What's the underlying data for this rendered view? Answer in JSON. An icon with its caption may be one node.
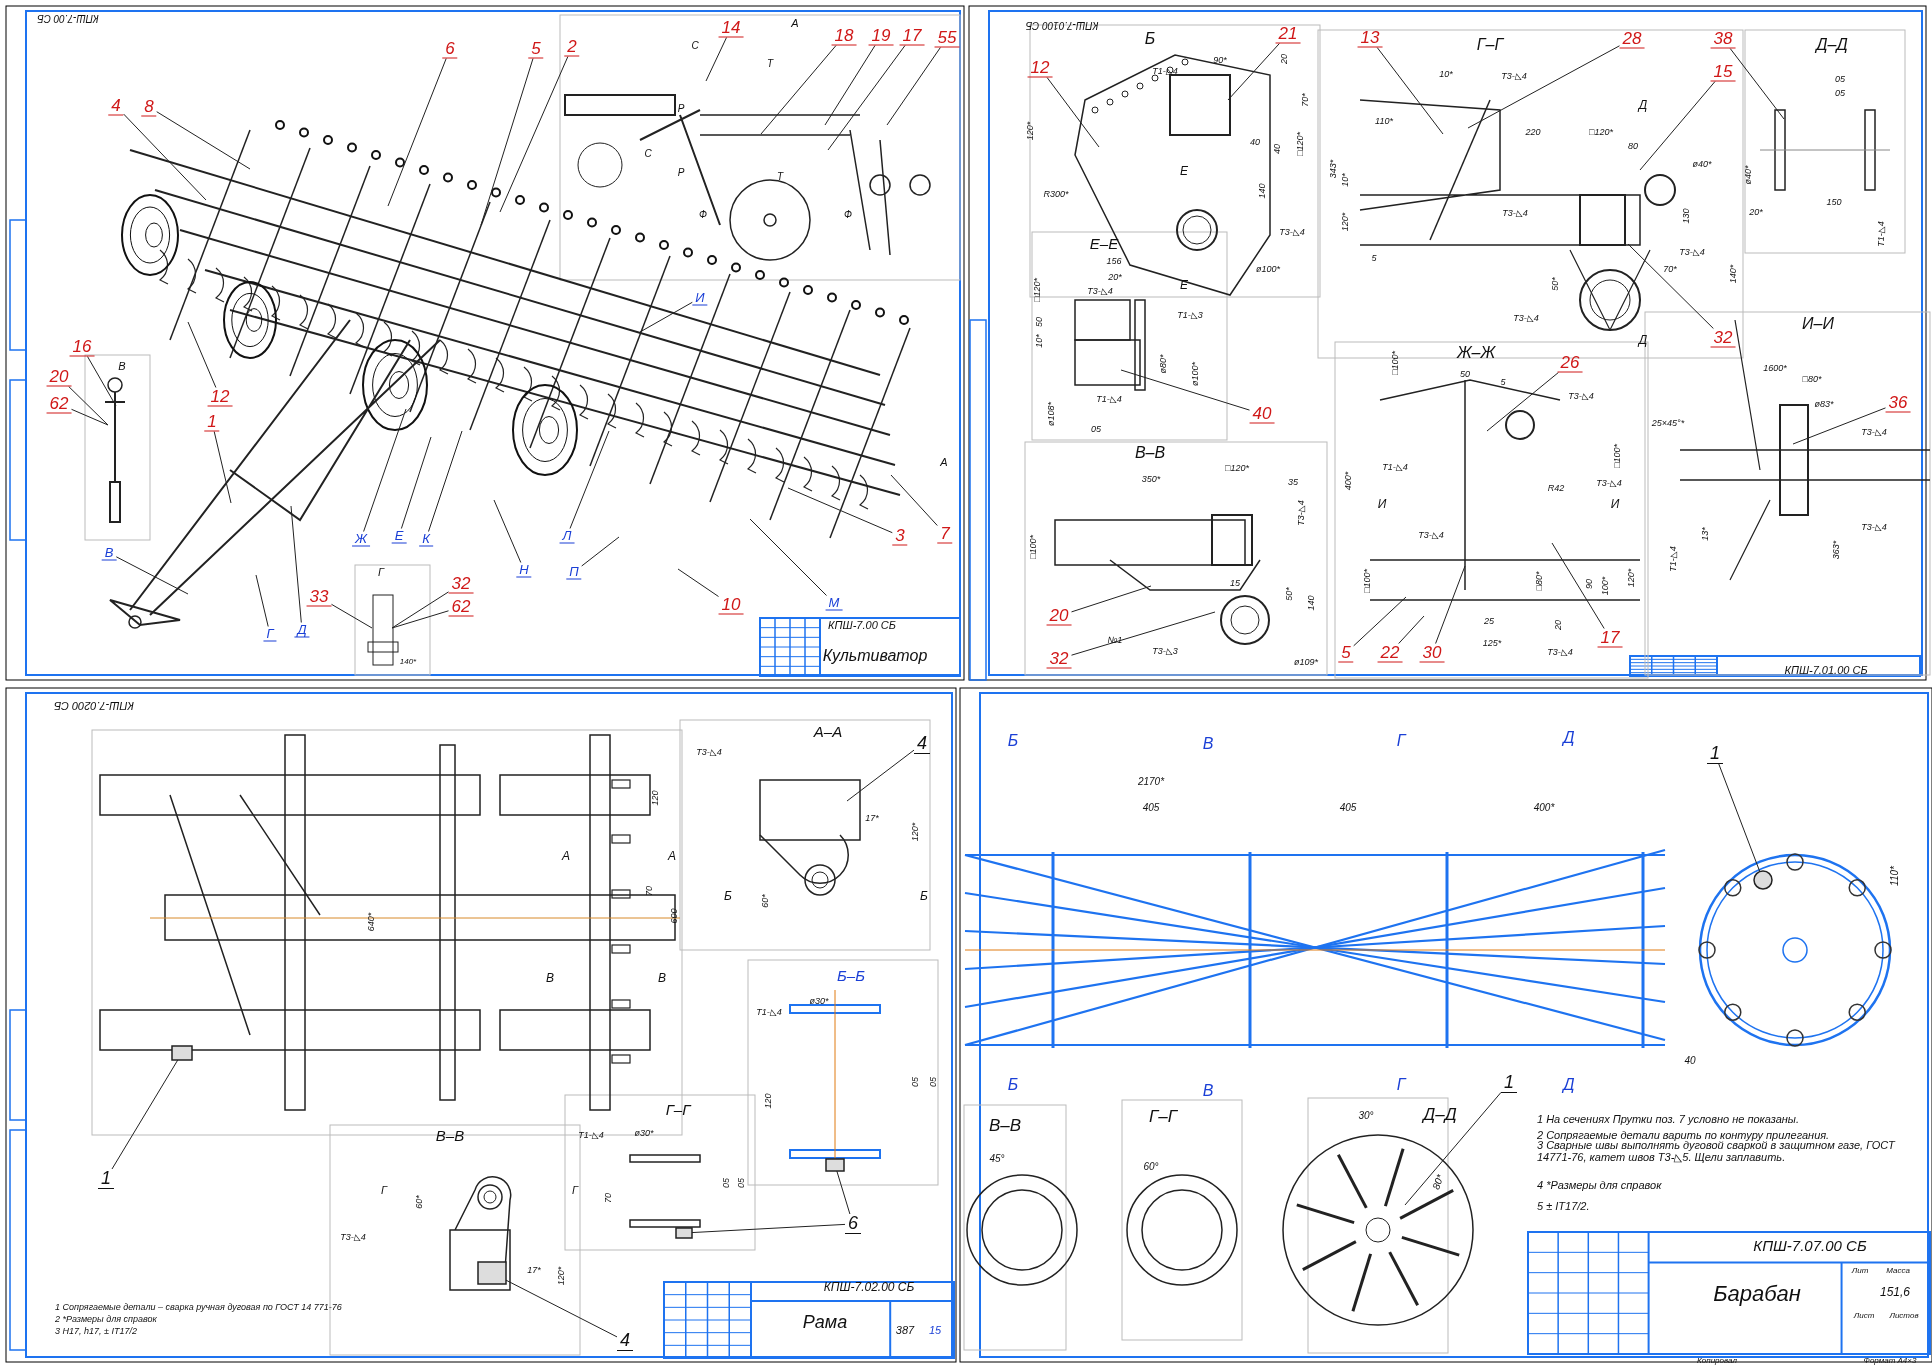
{
  "diagram": {
    "nodes": [
      {
        "text": [
          "6"
        ]
      },
      {
        "text": [
          "5"
        ]
      },
      {
        "text": [
          "2"
        ]
      },
      {
        "text": [
          "4"
        ]
      },
      {
        "text": [
          "8"
        ]
      },
      {
        "text": [
          "14"
        ]
      },
      {
        "text": [
          "18"
        ]
      },
      {
        "text": [
          "19"
        ]
      },
      {
        "text": [
          "17"
        ]
      },
      {
        "text": [
          "55"
        ]
      },
      {
        "text": [
          "16"
        ]
      },
      {
        "text": [
          "20"
        ]
      },
      {
        "text": [
          "62"
        ]
      },
      {
        "text": [
          "12"
        ]
      },
      {
        "text": [
          "1"
        ]
      },
      {
        "text": [
          "И"
        ]
      },
      {
        "text": [
          "Ж"
        ]
      },
      {
        "text": [
          "Е"
        ]
      },
      {
        "text": [
          "К"
        ]
      },
      {
        "text": [
          "Л"
        ]
      },
      {
        "text": [
          "П"
        ]
      },
      {
        "text": [
          "Н"
        ]
      },
      {
        "text": [
          "М"
        ]
      },
      {
        "text": [
          "В"
        ]
      },
      {
        "text": [
          "Г"
        ]
      },
      {
        "text": [
          "Д"
        ]
      },
      {
        "text": [
          "3"
        ]
      },
      {
        "text": [
          "7"
        ]
      },
      {
        "text": [
          "10"
        ]
      },
      {
        "text": [
          "33"
        ]
      },
      {
        "text": [
          "32"
        ]
      },
      {
        "text": [
          "62"
        ]
      },
      {
        "text": [
          "12"
        ]
      },
      {
        "text": [
          "21"
        ]
      },
      {
        "text": [
          "13"
        ]
      },
      {
        "text": [
          "28"
        ]
      },
      {
        "text": [
          "38"
        ]
      },
      {
        "text": [
          "15"
        ]
      },
      {
        "text": [
          "32"
        ]
      },
      {
        "text": [
          "40"
        ]
      },
      {
        "text": [
          "26"
        ]
      },
      {
        "text": [
          "36"
        ]
      },
      {
        "text": [
          "20"
        ]
      },
      {
        "text": [
          "32"
        ]
      },
      {
        "text": [
          "5"
        ]
      },
      {
        "text": [
          "22"
        ]
      },
      {
        "text": [
          "30"
        ]
      },
      {
        "text": [
          "17"
        ]
      },
      {
        "text": [
          "1"
        ]
      },
      {
        "text": [
          "4"
        ]
      },
      {
        "text": [
          "6"
        ]
      },
      {
        "text": [
          "4"
        ]
      },
      {
        "text": [
          "1"
        ]
      },
      {
        "text": [
          "1"
        ]
      },
      {
        "text": [],
        "shape": "box"
      },
      {
        "text": [],
        "shape": "box"
      },
      {
        "text": [],
        "shape": "box"
      },
      {
        "text": [],
        "shape": "circle"
      },
      {
        "text": [],
        "shape": "box"
      }
    ],
    "edges": [
      {
        "from": 0,
        "to": null,
        "arrow": "none"
      },
      {
        "from": 1,
        "to": null,
        "arrow": "none"
      },
      {
        "from": 2,
        "to": null,
        "arrow": "none"
      },
      {
        "from": 3,
        "to": null,
        "arrow": "none"
      },
      {
        "from": 4,
        "to": null,
        "arrow": "none"
      },
      {
        "from": 5,
        "to": null,
        "arrow": "none"
      },
      {
        "from": 6,
        "to": null,
        "arrow": "none"
      },
      {
        "from": 7,
        "to": null,
        "arrow": "none"
      },
      {
        "from": 8,
        "to": null,
        "arrow": "none"
      },
      {
        "from": 9,
        "to": null,
        "arrow": "none"
      },
      {
        "from": 10,
        "to": null,
        "arrow": "none"
      },
      {
        "from": 11,
        "to": null,
        "arrow": "none"
      },
      {
        "from": 12,
        "to": null,
        "arrow": "none"
      },
      {
        "from": 13,
        "to": null,
        "arrow": "none"
      },
      {
        "from": 14,
        "to": null,
        "arrow": "none"
      },
      {
        "from": 15,
        "to": null,
        "arrow": "none"
      },
      {
        "from": 16,
        "to": null,
        "arrow": "none"
      },
      {
        "from": 17,
        "to": null,
        "arrow": "none"
      },
      {
        "from": 18,
        "to": null,
        "arrow": "none"
      },
      {
        "from": 19,
        "to": null,
        "arrow": "none"
      },
      {
        "from": 20,
        "to": null,
        "arrow": "none"
      },
      {
        "from": 21,
        "to": null,
        "arrow": "none"
      },
      {
        "from": 22,
        "to": null,
        "arrow": "none"
      },
      {
        "from": 23,
        "to": null,
        "arrow": "none"
      },
      {
        "from": 24,
        "to": null,
        "arrow": "none"
      },
      {
        "from": 25,
        "to": null,
        "arrow": "none"
      },
      {
        "from": 26,
        "to": null,
        "arrow": "none"
      },
      {
        "from": 27,
        "to": null,
        "arrow": "none"
      },
      {
        "from": 28,
        "to": null,
        "arrow": "none"
      },
      {
        "from": 29,
        "to": null,
        "arrow": "none"
      },
      {
        "from": 30,
        "to": null,
        "arrow": "none"
      },
      {
        "from": 31,
        "to": null,
        "arrow": "none"
      },
      {
        "from": 32,
        "to": null,
        "arrow": "none"
      },
      {
        "from": 33,
        "to": null,
        "arrow": "none"
      },
      {
        "from": 34,
        "to": null,
        "arrow": "none"
      },
      {
        "from": 35,
        "to": null,
        "arrow": "none"
      },
      {
        "from": 36,
        "to": null,
        "arrow": "none"
      },
      {
        "from": 37,
        "to": null,
        "arrow": "none"
      },
      {
        "from": 38,
        "to": null,
        "arrow": "none"
      },
      {
        "from": 39,
        "to": null,
        "arrow": "none"
      },
      {
        "from": 40,
        "to": null,
        "arrow": "none"
      },
      {
        "from": 41,
        "to": null,
        "arrow": "none"
      },
      {
        "from": 42,
        "to": null,
        "arrow": "none"
      },
      {
        "from": 43,
        "to": null,
        "arrow": "none"
      },
      {
        "from": 44,
        "to": null,
        "arrow": "none"
      },
      {
        "from": 45,
        "to": null,
        "arrow": "none"
      },
      {
        "from": 46,
        "to": null,
        "arrow": "none"
      },
      {
        "from": 47,
        "to": null,
        "arrow": "none"
      },
      {
        "from": 48,
        "to": 58,
        "arrow": "none"
      },
      {
        "from": 49,
        "to": null,
        "arrow": "none"
      },
      {
        "from": 50,
        "to": 54,
        "arrow": "none"
      },
      {
        "from": 50,
        "to": 55,
        "arrow": "none"
      },
      {
        "from": 51,
        "to": 56,
        "arrow": "none"
      },
      {
        "from": 52,
        "to": 57,
        "arrow": "none"
      },
      {
        "from": 53,
        "to": null,
        "arrow": "none"
      }
    ],
    "labels": [
      "КПШ-7.00 СБ",
      "А",
      "С",
      "Т",
      "Р",
      "С",
      "Р",
      "Т",
      "Ф",
      "Ф",
      "В",
      "А",
      "Г",
      "140*",
      "КПШ-7.00 СБ",
      "Культиватор",
      "КПШ-7.0100 СБ",
      "Б",
      "Т1-◺4",
      "90*",
      "20",
      "70*",
      "120*",
      "40",
      "40",
      "□120*",
      "Е",
      "140",
      "R300*",
      "Т3-◺4",
      "ø100*",
      "Е",
      "Е–Е",
      "156",
      "20*",
      "□120*",
      "Т3-◺4",
      "Т1-◺3",
      "50",
      "10*",
      "ø80*",
      "ø100*",
      "Т1-◺4",
      "ø108*",
      "05",
      "Г–Г",
      "10*",
      "Т3-◺4",
      "110*",
      "220",
      "□120*",
      "Д",
      "80",
      "ø40*",
      "343*",
      "10*",
      "120*",
      "Т3-◺4",
      "130",
      "5",
      "Т3-◺4",
      "70*",
      "140*",
      "50*",
      "Т3-◺4",
      "Д",
      "Д–Д",
      "05",
      "05",
      "ø40*",
      "150",
      "20*",
      "Т1-◺4",
      "Ж–Ж",
      "□100*",
      "50",
      "5",
      "Т3-◺4",
      "Т1-◺4",
      "400*",
      "□100*",
      "И",
      "R42",
      "Т3-◺4",
      "И",
      "Т3-◺4",
      "□100*",
      "□80*",
      "90",
      "100*",
      "120*",
      "25",
      "20",
      "125*",
      "Т3-◺4",
      "В–В",
      "□120*",
      "350*",
      "35",
      "Т3-◺4",
      "□100*",
      "15",
      "50*",
      "140",
      "№1",
      "Т3-◺3",
      "ø109*",
      "И–И",
      "1600*",
      "□80*",
      "ø83*",
      "25×45°*",
      "Т3-◺4",
      "13*",
      "Т3-◺4",
      "363*",
      "Т1-◺4",
      "КПШ-7.01.00 СБ",
      "КПШ-7.0200 СБ",
      "120",
      "А",
      "А",
      "640*",
      "70",
      "600",
      "В",
      "В",
      "А–А",
      "Т3-◺4",
      "17*",
      "120*",
      "Б",
      "60*",
      "Б",
      "Б–Б",
      "ø30*",
      "Т1-◺4",
      "120",
      "05",
      "05",
      "Г–Г",
      "В–В",
      "Т1-◺4",
      "ø30*",
      "05",
      "05",
      "Г",
      "Г",
      "70",
      "60*",
      "Т3-◺4",
      "17*",
      "120*",
      "1 Сопрягаемые детали – сварка ручная дуговая по ГОСТ 14 771-76",
      "2 *Размеры для справок",
      "3 H17, h17, ± IT17/2",
      "КПШ-7.02.00 СБ",
      "Рама",
      "387",
      "15",
      "Б",
      "В",
      "Г",
      "Д",
      "2170*",
      "405",
      "405",
      "400*",
      "110*",
      "40",
      "Б",
      "В",
      "Г",
      "Д",
      "В–В",
      "Г–Г",
      "Д–Д",
      "45°",
      "60°",
      "30°",
      "80*",
      "1 На сечениях Прутки поз. 7 условно не показаны.",
      "2 Сопрягаемые детали варить по контуру прилегания.",
      "3 Сварные швы выполнять дуговой сваркой в защитном газе, ГОСТ 14771-76, катет швов Т3-◺5. Щели заплавить.",
      "4 *Размеры для справок",
      "5 ± IT17/2.",
      "КПШ-7.07.00 СБ",
      "Барабан",
      "Лит",
      "Масса",
      "151,6",
      "Лист",
      "Листов",
      "Копировал",
      "Формат А4×3"
    ]
  }
}
